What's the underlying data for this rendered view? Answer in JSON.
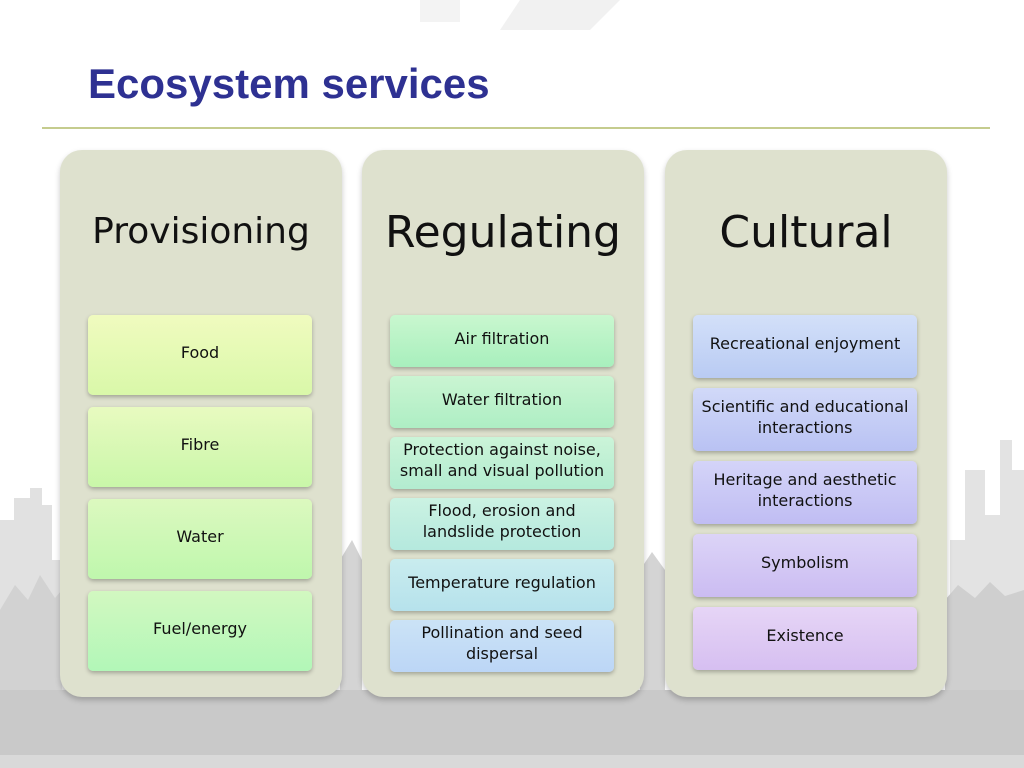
{
  "slide": {
    "title": "Ecosystem services"
  },
  "columns": [
    {
      "heading": "Provisioning",
      "items": [
        "Food",
        "Fibre",
        "Water",
        "Fuel/energy"
      ]
    },
    {
      "heading": "Regulating",
      "items": [
        "Air filtration",
        "Water filtration",
        "Protection against noise, small and visual pollution",
        "Flood, erosion and landslide protection",
        "Temperature regulation",
        "Pollination and seed dispersal"
      ]
    },
    {
      "heading": "Cultural",
      "items": [
        "Recreational enjoyment",
        "Scientific and educational interactions",
        "Heritage and aesthetic interactions",
        "Symbolism",
        "Existence"
      ]
    }
  ],
  "colors": {
    "title": "#2e3192",
    "column_fill": "#dee1ce",
    "provisioning_gradient": [
      "#f0fbbf",
      "#b2f7b8"
    ],
    "regulating_gradient": [
      "#bff3ca",
      "#bcd6f6"
    ],
    "cultural_gradient": [
      "#cbdaf8",
      "#e1c4f2"
    ]
  }
}
